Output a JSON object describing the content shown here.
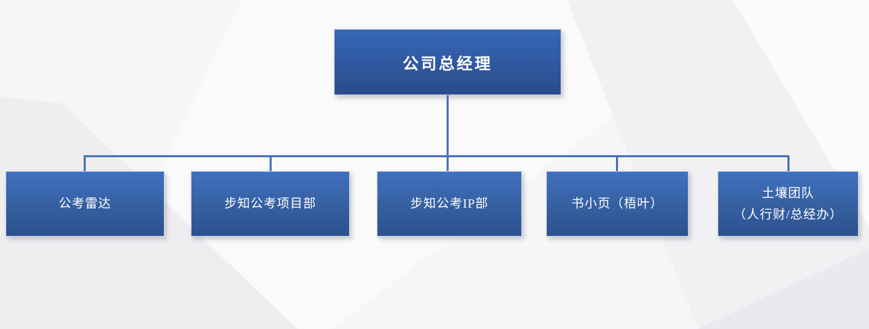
{
  "diagram": {
    "type": "org-chart",
    "root": {
      "label": "公司总经理"
    },
    "children": [
      {
        "label": "公考雷达"
      },
      {
        "label": "步知公考项目部"
      },
      {
        "label": "步知公考IP部"
      },
      {
        "label": "书小页（梧叶）"
      },
      {
        "label": "土壤团队",
        "label2": "（人行财/总经办）"
      }
    ]
  },
  "colors": {
    "node_gradient_top": "#4070c0",
    "node_gradient_bottom": "#2c5090",
    "root_gradient_top": "#3667b8",
    "root_gradient_bottom": "#2a4b8c",
    "connector": "#4a72b8",
    "node_text": "#ffffff",
    "background": "#f6f6f8"
  }
}
